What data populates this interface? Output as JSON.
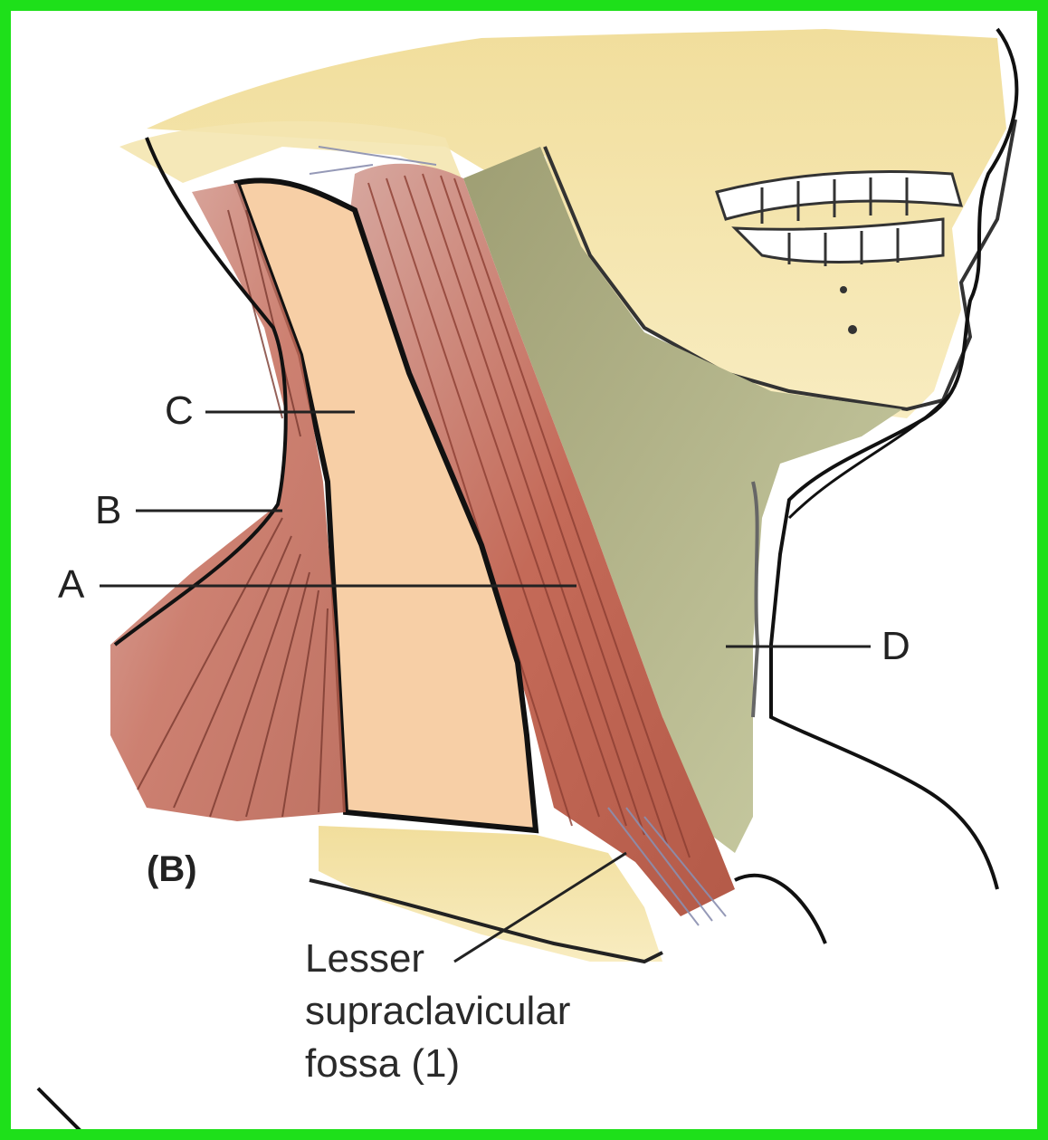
{
  "labels": {
    "a": "A",
    "b": "B",
    "c": "C",
    "d": "D",
    "panel": "(B)",
    "fossa": [
      "Lesser",
      "supraclavicular",
      "fossa (1)"
    ]
  },
  "colors": {
    "border": "#1ee01a",
    "bone": "#f3e3a4",
    "muscle": "#c97a6a",
    "triangle_fill": "#f7cfa6",
    "green_region": "#b3b386",
    "leader_line": "#222222"
  }
}
